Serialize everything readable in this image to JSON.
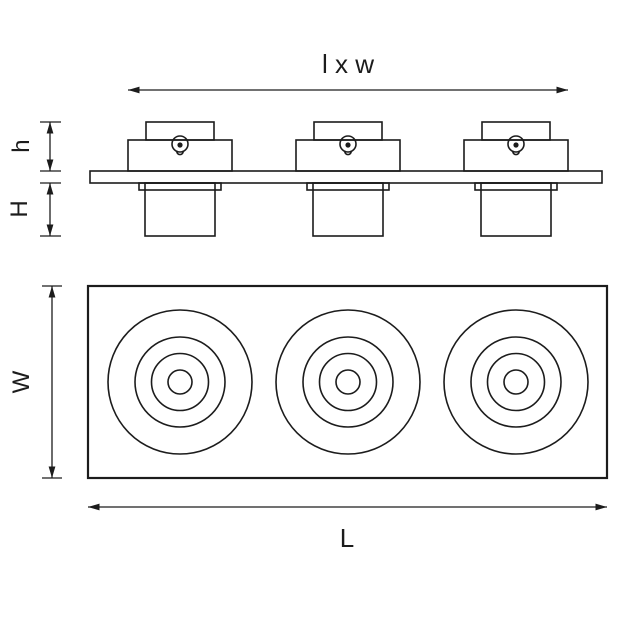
{
  "colors": {
    "line": "#1c1c1c",
    "background": "#ffffff"
  },
  "diagram": {
    "type": "technical-dimension-drawing",
    "views": {
      "side_view": "triple spotlight module side elevation on mounting plate",
      "front_view": "rectangular faceplate with three concentric-circle spotlights"
    },
    "labels": {
      "top_span": "l x w",
      "upper_height": "h",
      "recess_depth": "H",
      "width": "W",
      "length": "L"
    }
  }
}
